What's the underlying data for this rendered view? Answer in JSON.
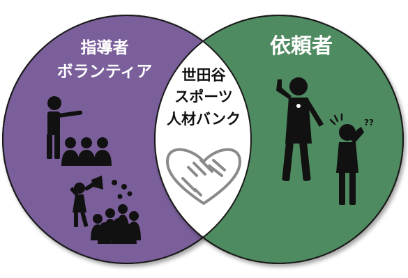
{
  "left_circle": {
    "label_line1": "指導者",
    "label_line2": "ボランティア",
    "color": "#7A5E9B"
  },
  "right_circle": {
    "label": "依頼者",
    "color": "#4F8B60"
  },
  "center": {
    "line1": "世田谷",
    "line2": "スポーツ",
    "line3": "人材バンク",
    "fill": "#FFFFFF"
  },
  "confused_mark": "??",
  "icons": {
    "left_top": "instructor-teaching-group-icon",
    "left_bottom": "cheerleader-crowd-icon",
    "center": "handshake-heart-icon",
    "right": "confused-people-icon"
  }
}
